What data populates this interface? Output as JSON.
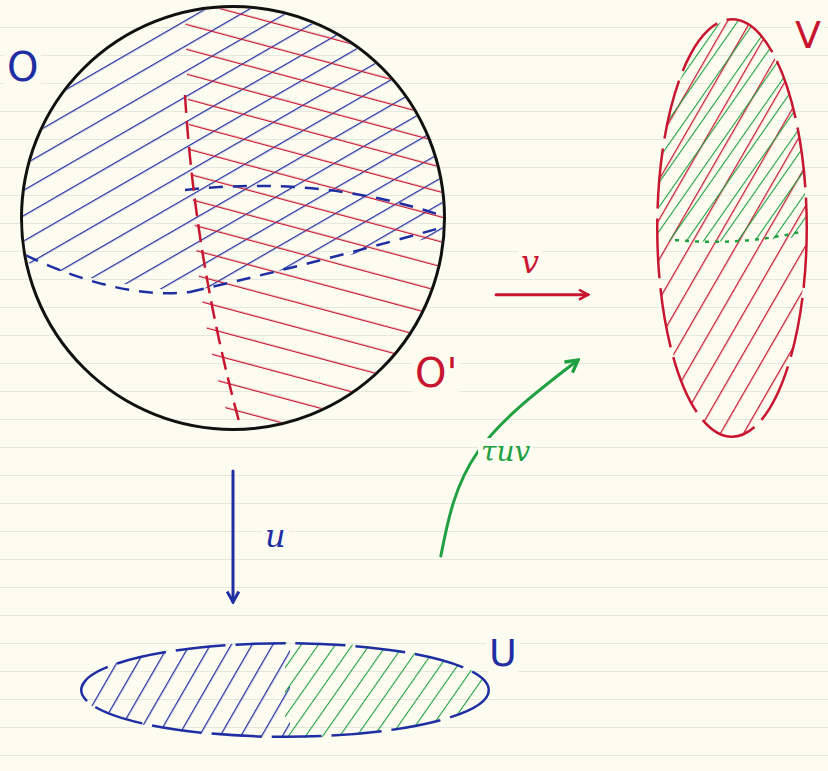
{
  "diagram": {
    "nodes": [
      {
        "text": [
          "O",
          "O'"
        ]
      },
      {
        "text": [
          "V"
        ]
      },
      {
        "text": [
          "U"
        ]
      }
    ],
    "edges": [
      {
        "from": 0,
        "to": 1,
        "arrow": "to",
        "label": "v"
      },
      {
        "from": 0,
        "to": 2,
        "arrow": "to",
        "label": "u"
      },
      {
        "from": 2,
        "to": 1,
        "arrow": "to",
        "label": "τuv"
      }
    ]
  }
}
